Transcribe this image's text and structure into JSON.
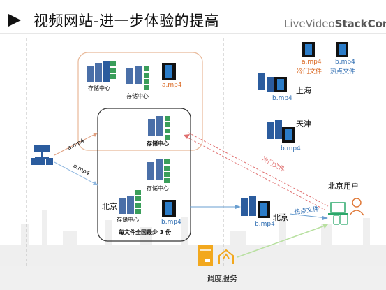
{
  "title": "视频网站-进一步体验的提高",
  "brand": {
    "prefix": "LiveVideo",
    "suffix": "StackCon"
  },
  "legend": {
    "cold_file": "a.mp4",
    "cold_label": "冷门文件",
    "hot_file": "b.mp4",
    "hot_label": "热点文件"
  },
  "storage_center": "存储中心",
  "files": {
    "a": "a.mp4",
    "b": "b.mp4"
  },
  "cities": {
    "shanghai": "上海",
    "tianjin": "天津",
    "beijing": "北京"
  },
  "box_caption": "每文件全国最少 3 份",
  "arrow_labels": {
    "cold": "冷门文件",
    "hot": "热点文件"
  },
  "user_label": "北京用户",
  "dispatch_label": "调度服务",
  "colors": {
    "accent_blue": "#2b5c9e",
    "cold_orange": "#e0763a",
    "hot_blue": "#3a7cc0",
    "box_border": "#333333"
  }
}
